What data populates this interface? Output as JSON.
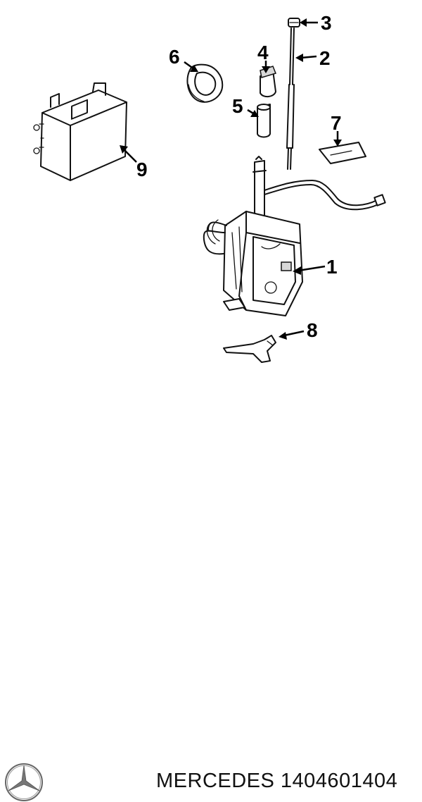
{
  "callouts": {
    "c1": "1",
    "c2": "2",
    "c3": "3",
    "c4": "4",
    "c5": "5",
    "c6": "6",
    "c7": "7",
    "c8": "8",
    "c9": "9"
  },
  "footer": {
    "brand": "MERCEDES",
    "part_number": "1404601404",
    "logo_icon": "mercedes-star-icon"
  },
  "colors": {
    "line": "#111111",
    "background": "#ffffff"
  }
}
